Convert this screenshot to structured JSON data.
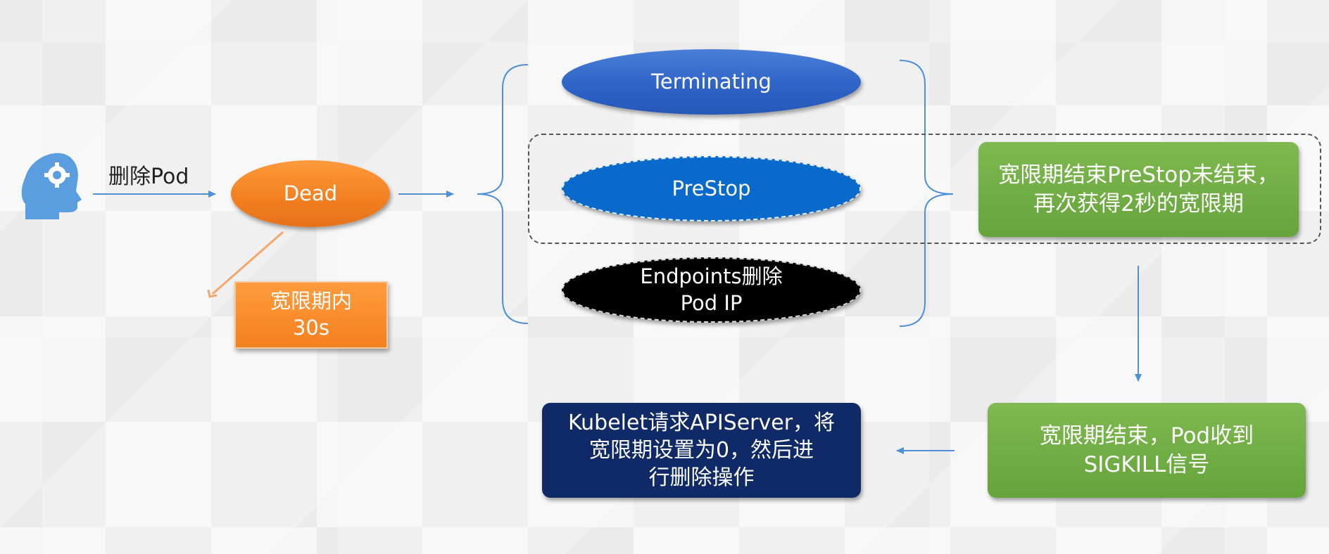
{
  "user_action": {
    "label": "删除Pod",
    "icon": "head-gear-icon"
  },
  "nodes": {
    "dead": "Dead",
    "terminating": "Terminating",
    "prestop": "PreStop",
    "endpoints_line1": "Endpoints删除",
    "endpoints_line2": "Pod IP"
  },
  "boxes": {
    "grace_period_line1": "宽限期内",
    "grace_period_line2": "30s",
    "prestop_unfinished_line1": "宽限期结束PreStop未结束，",
    "prestop_unfinished_line2": "再次获得2秒的宽限期",
    "sigkill_line1": "宽限期结束，Pod收到",
    "sigkill_line2": "SIGKILL信号",
    "kubelet_line1": "Kubelet请求APIServer，将",
    "kubelet_line2": "宽限期设置为0，然后进",
    "kubelet_line3": "行删除操作"
  },
  "colors": {
    "blue_node": "#2f63c7",
    "prestop_node": "#0a6acb",
    "orange": "#f07f20",
    "green": "#6aa93f",
    "navy": "#0f2a66",
    "arrow": "#4f8fd6"
  }
}
